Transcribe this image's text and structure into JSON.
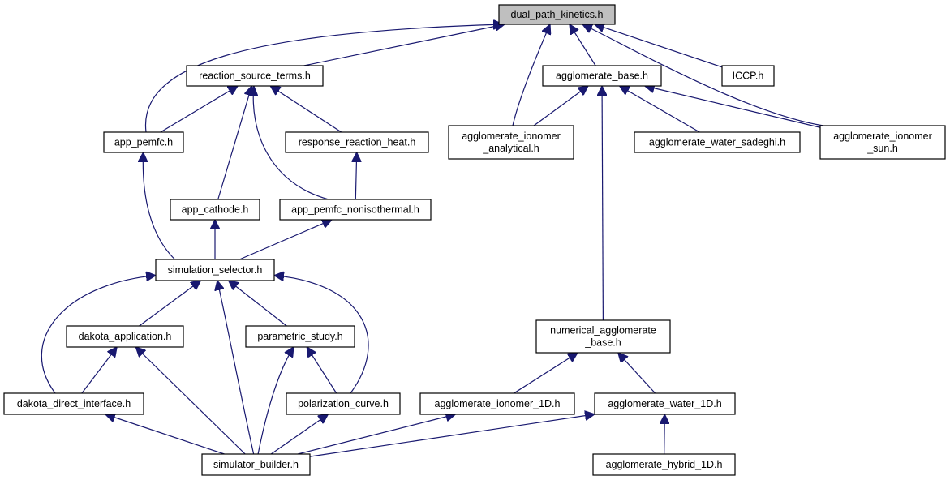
{
  "graph": {
    "root": "dual_path_kinetics",
    "nodes": [
      {
        "id": "dual_path_kinetics",
        "lines": [
          "dual_path_kinetics.h"
        ],
        "root": true
      },
      {
        "id": "reaction_source_terms",
        "lines": [
          "reaction_source_terms.h"
        ]
      },
      {
        "id": "agglomerate_base",
        "lines": [
          "agglomerate_base.h"
        ]
      },
      {
        "id": "iccp",
        "lines": [
          "ICCP.h"
        ]
      },
      {
        "id": "app_pemfc",
        "lines": [
          "app_pemfc.h"
        ]
      },
      {
        "id": "response_reaction_heat",
        "lines": [
          "response_reaction_heat.h"
        ]
      },
      {
        "id": "agglomerate_ionomer_analytical",
        "lines": [
          "agglomerate_ionomer",
          "_analytical.h"
        ]
      },
      {
        "id": "agglomerate_water_sadeghi",
        "lines": [
          "agglomerate_water_sadeghi.h"
        ]
      },
      {
        "id": "agglomerate_ionomer_sun",
        "lines": [
          "agglomerate_ionomer",
          "_sun.h"
        ]
      },
      {
        "id": "app_cathode",
        "lines": [
          "app_cathode.h"
        ]
      },
      {
        "id": "app_pemfc_nonisothermal",
        "lines": [
          "app_pemfc_nonisothermal.h"
        ]
      },
      {
        "id": "simulation_selector",
        "lines": [
          "simulation_selector.h"
        ]
      },
      {
        "id": "dakota_application",
        "lines": [
          "dakota_application.h"
        ]
      },
      {
        "id": "parametric_study",
        "lines": [
          "parametric_study.h"
        ]
      },
      {
        "id": "numerical_agglomerate_base",
        "lines": [
          "numerical_agglomerate",
          "_base.h"
        ]
      },
      {
        "id": "dakota_direct_interface",
        "lines": [
          "dakota_direct_interface.h"
        ]
      },
      {
        "id": "polarization_curve",
        "lines": [
          "polarization_curve.h"
        ]
      },
      {
        "id": "agglomerate_ionomer_1d",
        "lines": [
          "agglomerate_ionomer_1D.h"
        ]
      },
      {
        "id": "agglomerate_water_1d",
        "lines": [
          "agglomerate_water_1D.h"
        ]
      },
      {
        "id": "simulator_builder",
        "lines": [
          "simulator_builder.h"
        ]
      },
      {
        "id": "agglomerate_hybrid_1d",
        "lines": [
          "agglomerate_hybrid_1D.h"
        ]
      }
    ],
    "edges": [
      {
        "from": "reaction_source_terms",
        "to": "dual_path_kinetics"
      },
      {
        "from": "app_pemfc",
        "to": "dual_path_kinetics"
      },
      {
        "from": "agglomerate_base",
        "to": "dual_path_kinetics"
      },
      {
        "from": "iccp",
        "to": "dual_path_kinetics"
      },
      {
        "from": "agglomerate_ionomer_analytical",
        "to": "dual_path_kinetics"
      },
      {
        "from": "agglomerate_ionomer_sun",
        "to": "dual_path_kinetics"
      },
      {
        "from": "app_pemfc",
        "to": "reaction_source_terms"
      },
      {
        "from": "app_cathode",
        "to": "reaction_source_terms"
      },
      {
        "from": "response_reaction_heat",
        "to": "reaction_source_terms"
      },
      {
        "from": "app_pemfc_nonisothermal",
        "to": "reaction_source_terms"
      },
      {
        "from": "agglomerate_ionomer_analytical",
        "to": "agglomerate_base"
      },
      {
        "from": "agglomerate_water_sadeghi",
        "to": "agglomerate_base"
      },
      {
        "from": "agglomerate_ionomer_sun",
        "to": "agglomerate_base"
      },
      {
        "from": "numerical_agglomerate_base",
        "to": "agglomerate_base"
      },
      {
        "from": "app_pemfc_nonisothermal",
        "to": "response_reaction_heat"
      },
      {
        "from": "simulation_selector",
        "to": "app_pemfc"
      },
      {
        "from": "simulation_selector",
        "to": "app_cathode"
      },
      {
        "from": "simulation_selector",
        "to": "app_pemfc_nonisothermal"
      },
      {
        "from": "dakota_application",
        "to": "simulation_selector"
      },
      {
        "from": "parametric_study",
        "to": "simulation_selector"
      },
      {
        "from": "simulator_builder",
        "to": "simulation_selector"
      },
      {
        "from": "dakota_direct_interface",
        "to": "simulation_selector"
      },
      {
        "from": "polarization_curve",
        "to": "simulation_selector"
      },
      {
        "from": "dakota_direct_interface",
        "to": "dakota_application"
      },
      {
        "from": "simulator_builder",
        "to": "dakota_application"
      },
      {
        "from": "polarization_curve",
        "to": "parametric_study"
      },
      {
        "from": "simulator_builder",
        "to": "parametric_study"
      },
      {
        "from": "simulator_builder",
        "to": "dakota_direct_interface"
      },
      {
        "from": "simulator_builder",
        "to": "polarization_curve"
      },
      {
        "from": "agglomerate_ionomer_1d",
        "to": "numerical_agglomerate_base"
      },
      {
        "from": "agglomerate_water_1d",
        "to": "numerical_agglomerate_base"
      },
      {
        "from": "simulator_builder",
        "to": "agglomerate_ionomer_1d"
      },
      {
        "from": "simulator_builder",
        "to": "agglomerate_water_1d"
      },
      {
        "from": "agglomerate_hybrid_1d",
        "to": "agglomerate_water_1d"
      }
    ]
  }
}
